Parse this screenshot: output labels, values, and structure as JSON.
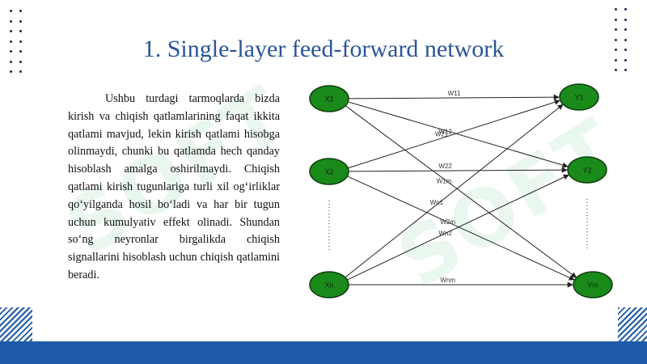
{
  "slide": {
    "title": "1. Single-layer feed-forward network",
    "body": "Ushbu turdagi tarmoqlarda bizda kirish va chiqish qatlamlarining faqat ikkita qatlami mavjud, lekin kirish qatlami hisobga olinmaydi, chunki bu qatlamda hech qanday hisoblash amalga oshirilmaydi. Chiqish qatlami kirish tugunlariga turli xil og‘irliklar qo‘yilganda hosil bo‘ladi va har bir tugun uchun kumulyativ effekt olinadi. Shundan so‘ng neyronlar birgalikda chiqish signallarini hisoblash uchun chiqish qatlamini beradi.",
    "watermark": "SOFT"
  },
  "diagram": {
    "node_fill": "#1a8a1a",
    "edge_color": "#222222",
    "inputs": [
      {
        "id": "x1",
        "label": "X1"
      },
      {
        "id": "x2",
        "label": "X2"
      },
      {
        "id": "xn",
        "label": "Xn"
      }
    ],
    "outputs": [
      {
        "id": "y1",
        "label": "Y1"
      },
      {
        "id": "y2",
        "label": "Y2"
      },
      {
        "id": "ym",
        "label": "Ym"
      }
    ],
    "edges": [
      {
        "from": "x1",
        "to": "y1",
        "label": "W11"
      },
      {
        "from": "x1",
        "to": "y2",
        "label": "W12"
      },
      {
        "from": "x1",
        "to": "ym",
        "label": "W1m"
      },
      {
        "from": "x2",
        "to": "y1",
        "label": "W21"
      },
      {
        "from": "x2",
        "to": "y2",
        "label": "W22"
      },
      {
        "from": "x2",
        "to": "ym",
        "label": "W2m"
      },
      {
        "from": "xn",
        "to": "y1",
        "label": "Wn1"
      },
      {
        "from": "xn",
        "to": "y2",
        "label": "Wn2"
      },
      {
        "from": "xn",
        "to": "ym",
        "label": "Wnm"
      }
    ]
  }
}
